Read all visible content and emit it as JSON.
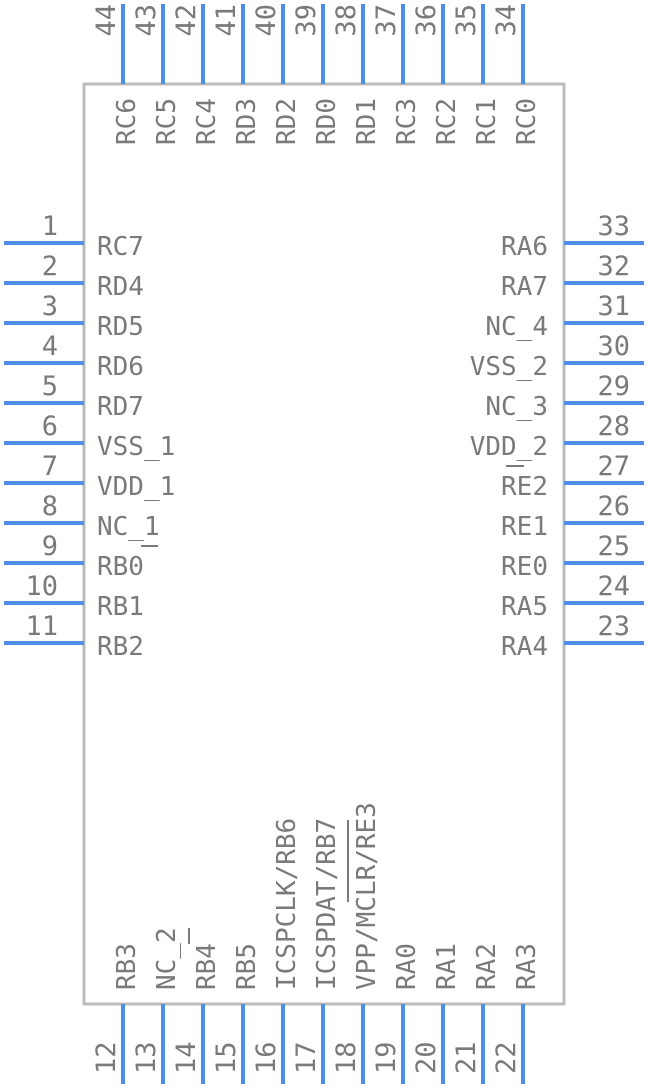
{
  "package": {
    "left_pins": [
      {
        "num": "1",
        "name": "RC7"
      },
      {
        "num": "2",
        "name": "RD4"
      },
      {
        "num": "3",
        "name": "RD5"
      },
      {
        "num": "4",
        "name": "RD6"
      },
      {
        "num": "5",
        "name": "RD7"
      },
      {
        "num": "6",
        "name": "VSS_1"
      },
      {
        "num": "7",
        "name": "VDD_1"
      },
      {
        "num": "8",
        "name": "NC_1"
      },
      {
        "num": "9",
        "name": "RB0"
      },
      {
        "num": "10",
        "name": "RB1"
      },
      {
        "num": "11",
        "name": "RB2"
      }
    ],
    "bottom_pins": [
      {
        "num": "12",
        "name": "RB3"
      },
      {
        "num": "13",
        "name": "NC_2"
      },
      {
        "num": "14",
        "name": "RB4"
      },
      {
        "num": "15",
        "name": "RB5"
      },
      {
        "num": "16",
        "name": "ICSPCLK/RB6"
      },
      {
        "num": "17",
        "name": "ICSPDAT/RB7"
      },
      {
        "num": "18",
        "name": "VPP/MCLR/RE3"
      },
      {
        "num": "19",
        "name": "RA0"
      },
      {
        "num": "20",
        "name": "RA1"
      },
      {
        "num": "21",
        "name": "RA2"
      },
      {
        "num": "22",
        "name": "RA3"
      }
    ],
    "right_pins": [
      {
        "num": "23",
        "name": "RA4"
      },
      {
        "num": "24",
        "name": "RA5"
      },
      {
        "num": "25",
        "name": "RE0"
      },
      {
        "num": "26",
        "name": "RE1"
      },
      {
        "num": "27",
        "name": "RE2"
      },
      {
        "num": "28",
        "name": "VDD_2"
      },
      {
        "num": "29",
        "name": "NC_3"
      },
      {
        "num": "30",
        "name": "VSS_2"
      },
      {
        "num": "31",
        "name": "NC_4"
      },
      {
        "num": "32",
        "name": "RA7"
      },
      {
        "num": "33",
        "name": "RA6"
      }
    ],
    "top_pins": [
      {
        "num": "34",
        "name": "RC0"
      },
      {
        "num": "35",
        "name": "RC1"
      },
      {
        "num": "36",
        "name": "RC2"
      },
      {
        "num": "37",
        "name": "RC3"
      },
      {
        "num": "38",
        "name": "RD1"
      },
      {
        "num": "39",
        "name": "RD0"
      },
      {
        "num": "40",
        "name": "RD2"
      },
      {
        "num": "41",
        "name": "RD3"
      },
      {
        "num": "42",
        "name": "RC4"
      },
      {
        "num": "43",
        "name": "RC5"
      },
      {
        "num": "44",
        "name": "RC6"
      }
    ],
    "colors": {
      "pin": "#4a8fe8",
      "body_outline": "#bcbcbc",
      "text": "#7a7a7a"
    }
  }
}
